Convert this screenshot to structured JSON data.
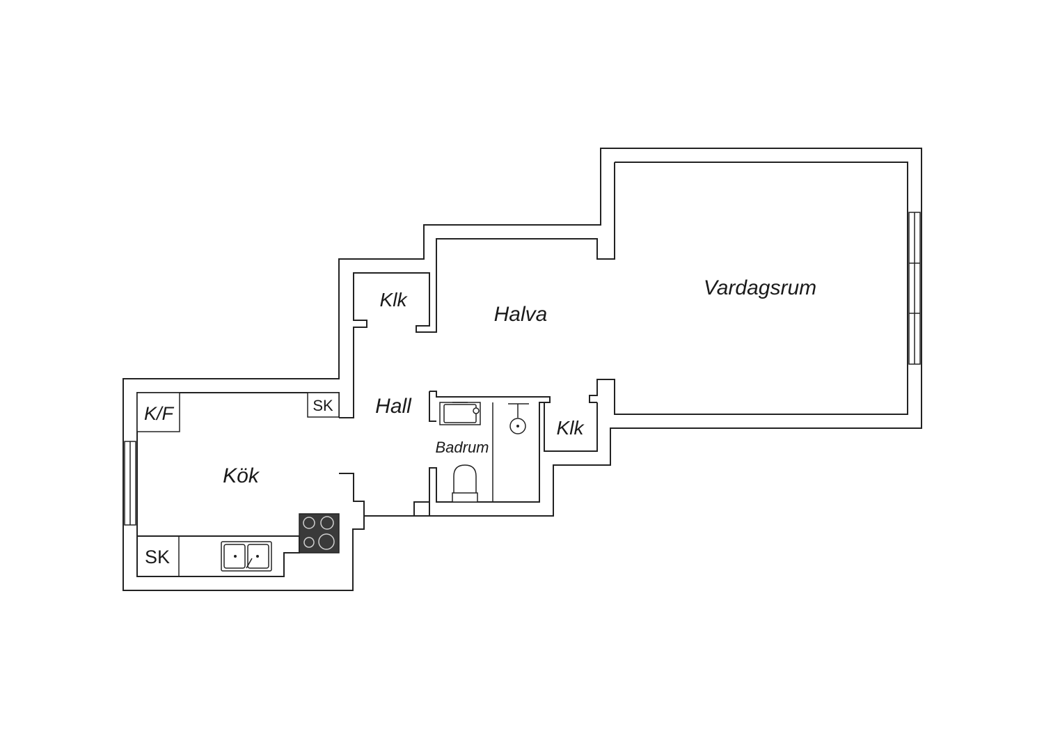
{
  "floorplan": {
    "rooms": {
      "vardagsrum": "Vardagsrum",
      "halva": "Halva",
      "klk_upper": "Klk",
      "klk_lower": "Klk",
      "hall": "Hall",
      "badrum": "Badrum",
      "kok": "Kök",
      "kf": "K/F",
      "sk_hall": "SK",
      "sk_kitchen": "SK"
    },
    "fixtures": [
      "window-icon",
      "stove-icon",
      "sink-icon",
      "toilet-icon",
      "washbasin-icon",
      "shower-icon"
    ],
    "colors": {
      "line": "#222222",
      "stove": "#3a3a3a",
      "background": "#ffffff"
    }
  }
}
